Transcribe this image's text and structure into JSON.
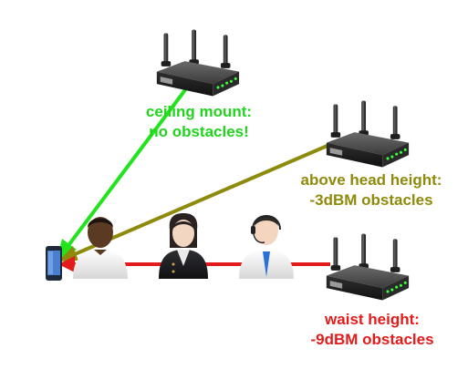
{
  "labels": {
    "ceiling": {
      "line1": "ceiling mount:",
      "line2": "no obstacles!",
      "color": "#22d41e"
    },
    "above_head": {
      "line1": "above head height:",
      "line2": "-3dBM obstacles",
      "color": "#8e8a0c"
    },
    "waist": {
      "line1": "waist height:",
      "line2": "-9dBM obstacles",
      "color": "#e41b1b"
    }
  },
  "colors": {
    "router_body": "#3a3a3a",
    "router_led": "#3cff3c",
    "phone": "#1e2a3c",
    "phone_screen": "#4a7fd0"
  },
  "icons": [
    "router-icon",
    "smartphone-icon",
    "person-icon"
  ]
}
